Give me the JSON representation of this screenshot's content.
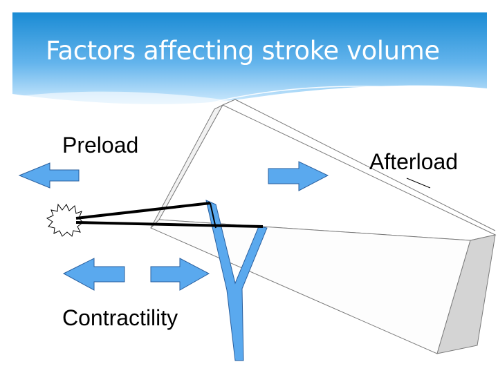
{
  "slide": {
    "title": "Factors affecting stroke volume",
    "labels": {
      "preload": "Preload",
      "afterload": "Afterload",
      "contractility": "Contractility"
    }
  },
  "colors": {
    "header_blue_top": "#1e90d6",
    "header_blue_bottom": "#bfe3fb",
    "arrow_fill": "#5aa9ee",
    "slingshot_fill": "#5aa9ee",
    "block_face": "#fdfdfd",
    "block_side": "#d4d4d4"
  },
  "icons": [
    "left-arrow-icon",
    "right-arrow-icon",
    "starburst-icon",
    "slingshot-icon",
    "block-icon"
  ]
}
